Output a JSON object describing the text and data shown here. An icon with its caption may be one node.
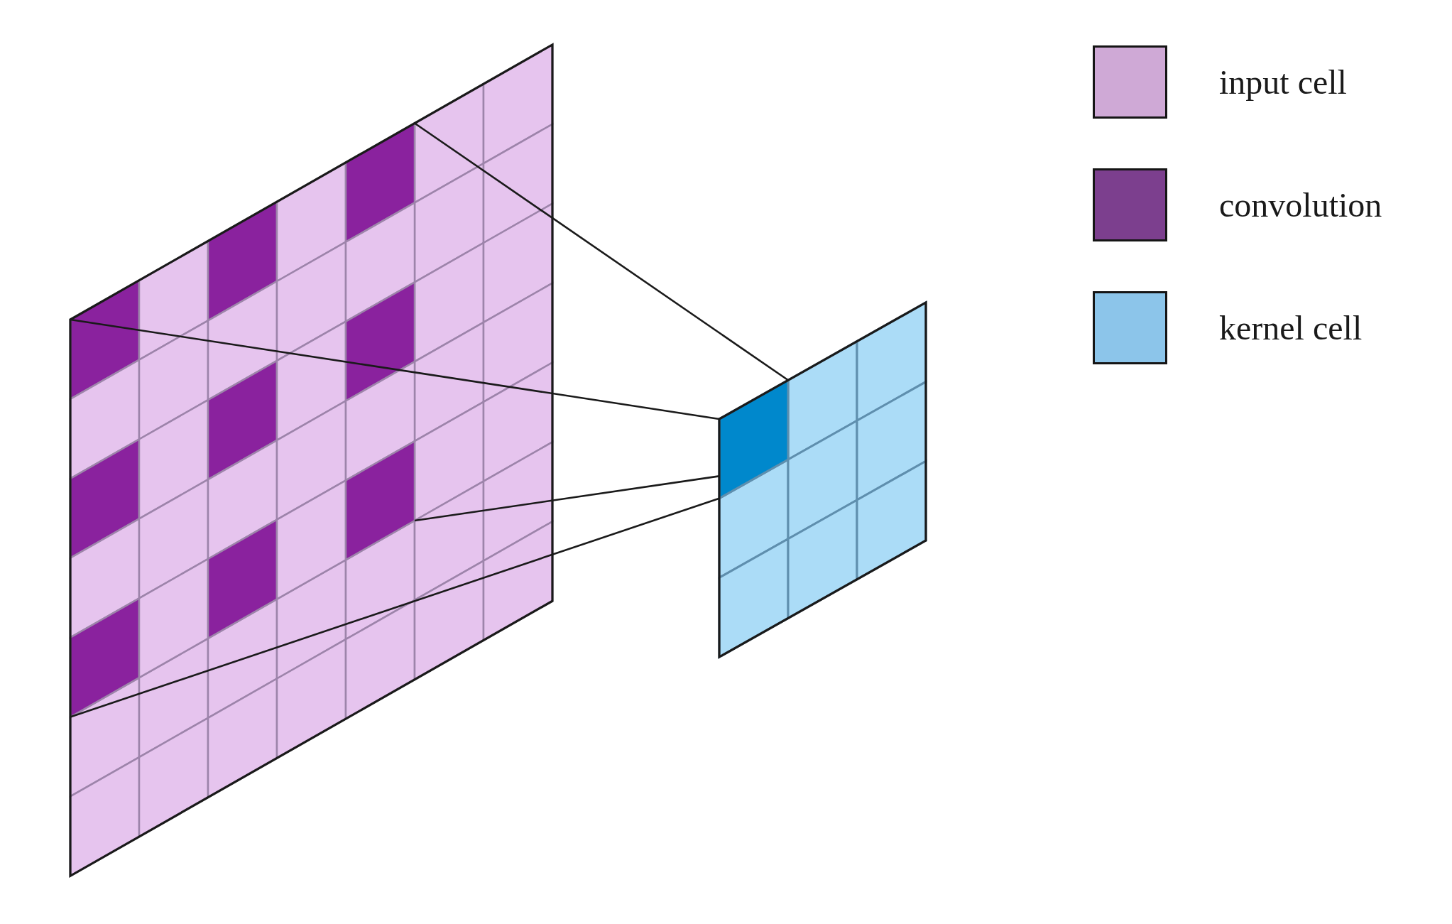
{
  "diagram": {
    "nodes": [
      {
        "text": [],
        "shape": "grid"
      },
      {
        "text": [],
        "shape": "grid",
        "in": 0
      },
      {
        "text": [],
        "shape": "grid"
      },
      {
        "text": [],
        "shape": "box",
        "in": 2
      }
    ],
    "edges": [
      {
        "from": 1,
        "to": 3,
        "arrow": "none"
      },
      {
        "from": 1,
        "to": 3,
        "arrow": "none"
      },
      {
        "from": 1,
        "to": 3,
        "arrow": "none"
      },
      {
        "from": 1,
        "to": 3,
        "arrow": "none"
      }
    ],
    "legend": [
      {
        "text": "input cell",
        "color": "#cfa9d6"
      },
      {
        "text": "convolution",
        "color": "#7c3f8e"
      },
      {
        "text": "kernel cell",
        "color": "#8cc5ea"
      }
    ]
  }
}
